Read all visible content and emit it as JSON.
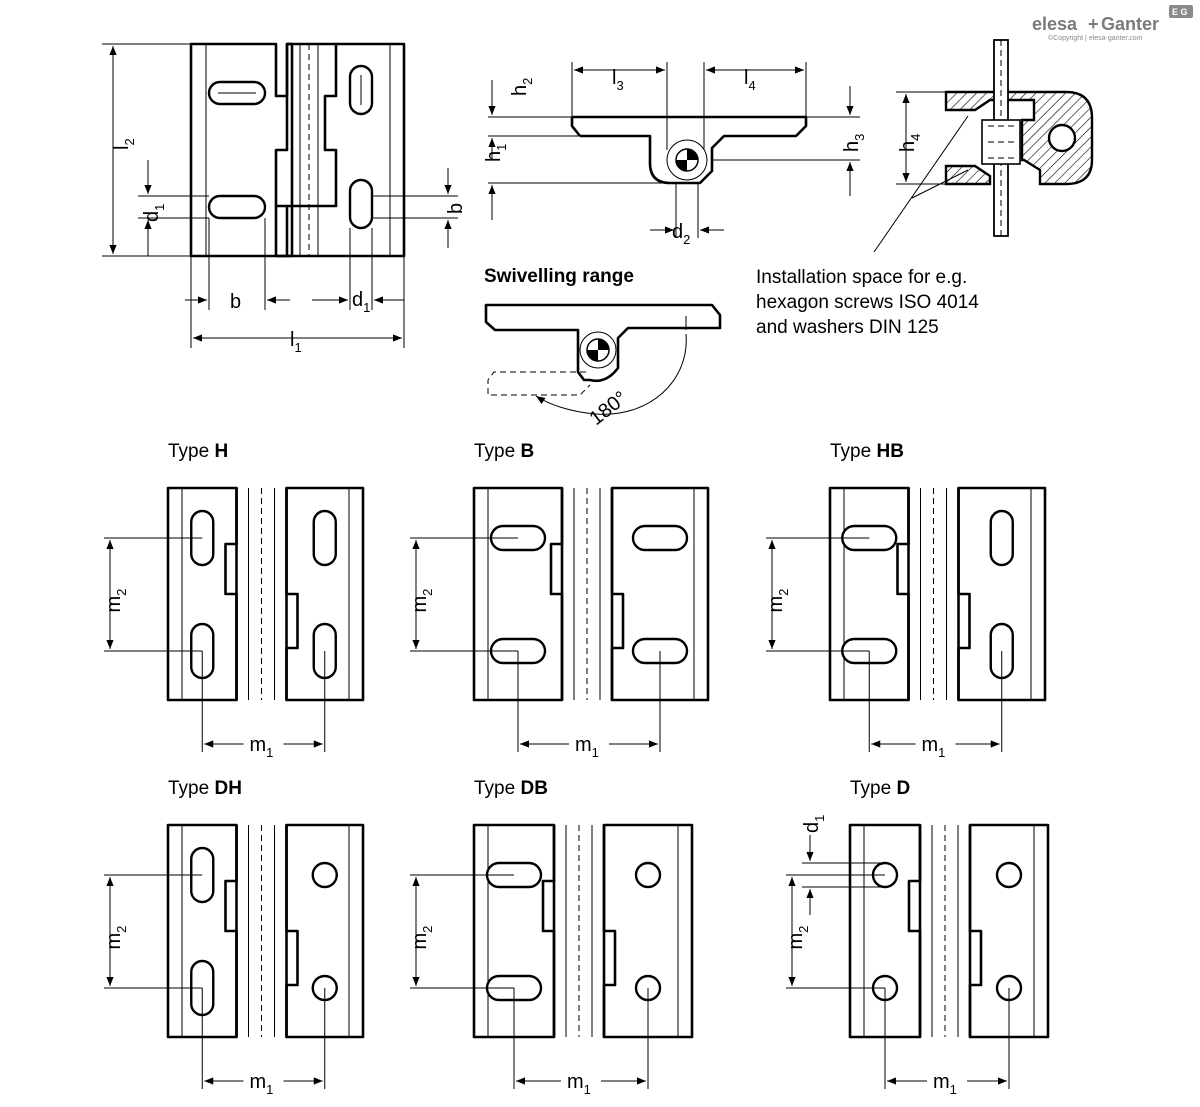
{
  "brand": {
    "logo_left": "elesa",
    "logo_right": "Ganter",
    "copyright": "©Copyright | elesa-ganter.com",
    "badge": "E G"
  },
  "captions": {
    "swivelling_range": "Swivelling range",
    "swivel_angle": "180°",
    "installation_note": [
      "Installation space for e.g.",
      "hexagon screws ISO 4014",
      "and washers DIN 125"
    ]
  },
  "dimensions": {
    "l1": {
      "main": "l",
      "sub": "1"
    },
    "l2": {
      "main": "l",
      "sub": "2"
    },
    "l3": {
      "main": "l",
      "sub": "3"
    },
    "l4": {
      "main": "l",
      "sub": "4"
    },
    "h1": {
      "main": "h",
      "sub": "1"
    },
    "h2": {
      "main": "h",
      "sub": "2"
    },
    "h3": {
      "main": "h",
      "sub": "3"
    },
    "h4": {
      "main": "h",
      "sub": "4"
    },
    "d1": {
      "main": "d",
      "sub": "1"
    },
    "d2": {
      "main": "d",
      "sub": "2"
    },
    "b": {
      "main": "b"
    },
    "m1": {
      "main": "m",
      "sub": "1"
    },
    "m2": {
      "main": "m",
      "sub": "2"
    }
  },
  "types": [
    {
      "prefix": "Type",
      "code": "H"
    },
    {
      "prefix": "Type",
      "code": "B"
    },
    {
      "prefix": "Type",
      "code": "HB"
    },
    {
      "prefix": "Type",
      "code": "DH"
    },
    {
      "prefix": "Type",
      "code": "DB"
    },
    {
      "prefix": "Type",
      "code": "D"
    }
  ]
}
